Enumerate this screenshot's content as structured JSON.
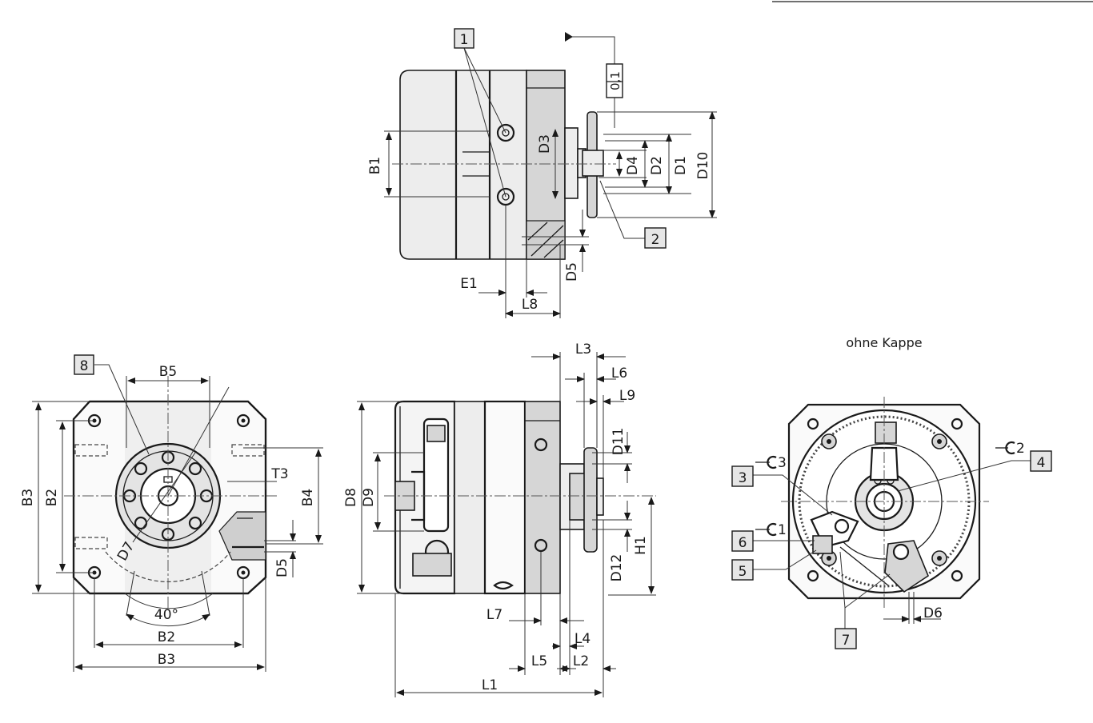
{
  "caption_no_cap": "ohne Kappe",
  "tolerance_label": "0,1",
  "angle_label": "40°",
  "callouts": [
    "1",
    "2",
    "3",
    "4",
    "5",
    "6",
    "7",
    "8"
  ],
  "wrench_labels": {
    "w1": "1",
    "w2": "2",
    "w3": "3"
  },
  "dims": {
    "B1": "B1",
    "D3": "D3",
    "D4": "D4",
    "D2": "D2",
    "D1": "D1",
    "D10": "D10",
    "D5": "D5",
    "E1": "E1",
    "L8": "L8",
    "B5": "B5",
    "T3": "T3",
    "B4": "B4",
    "B3": "B3",
    "B2": "B2",
    "D7": "D7",
    "L3": "L3",
    "L6": "L6",
    "L9": "L9",
    "D11": "D11",
    "D8": "D8",
    "D9": "D9",
    "H1": "H1",
    "D12": "D12",
    "L7": "L7",
    "L4": "L4",
    "L5": "L5",
    "L2": "L2",
    "L1": "L1",
    "D6": "D6"
  }
}
